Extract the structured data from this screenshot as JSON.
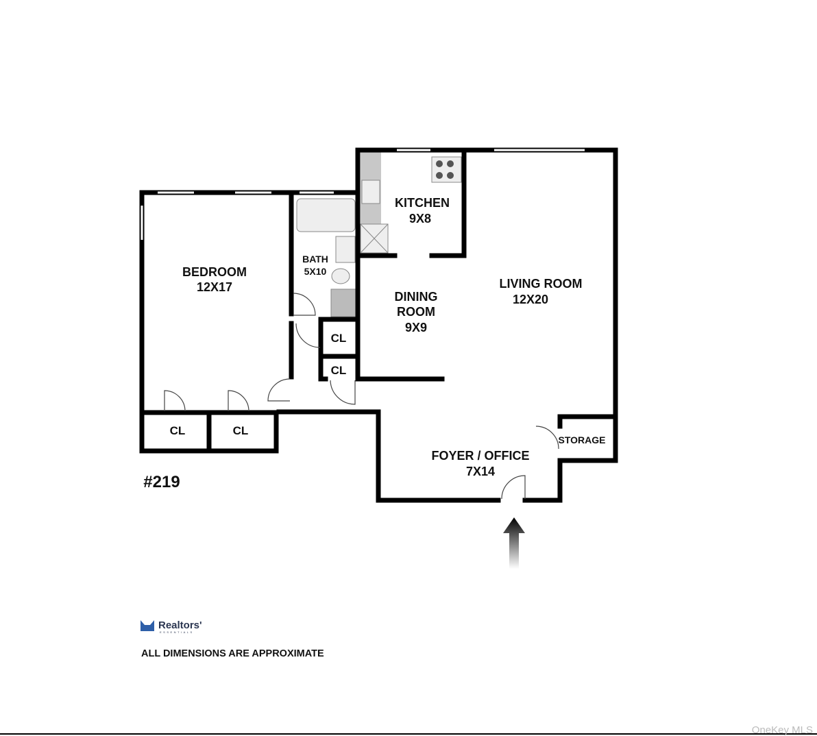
{
  "plan": {
    "unit_number": "#219",
    "rooms": {
      "bedroom": {
        "name": "BEDROOM",
        "size": "12X17"
      },
      "bath": {
        "name": "BATH",
        "size": "5X10"
      },
      "kitchen": {
        "name": "KITCHEN",
        "size": "9X8"
      },
      "dining": {
        "name": "DINING",
        "name2": "ROOM",
        "size": "9X9"
      },
      "living": {
        "name": "LIVING ROOM",
        "size": "12X20"
      },
      "foyer": {
        "name": "FOYER / OFFICE",
        "size": "7X14"
      },
      "storage": {
        "name": "STORAGE"
      },
      "closet": {
        "name": "CL"
      }
    }
  },
  "footer": {
    "logo_text": "Realtors'",
    "logo_sub": "ESSENTIALS",
    "disclaimer": "ALL DIMENSIONS ARE APPROXIMATE",
    "watermark": "OneKey MLS"
  },
  "colors": {
    "wall": "#000000",
    "logo": "#2e5fa8",
    "counter": "#c8c8c8"
  }
}
